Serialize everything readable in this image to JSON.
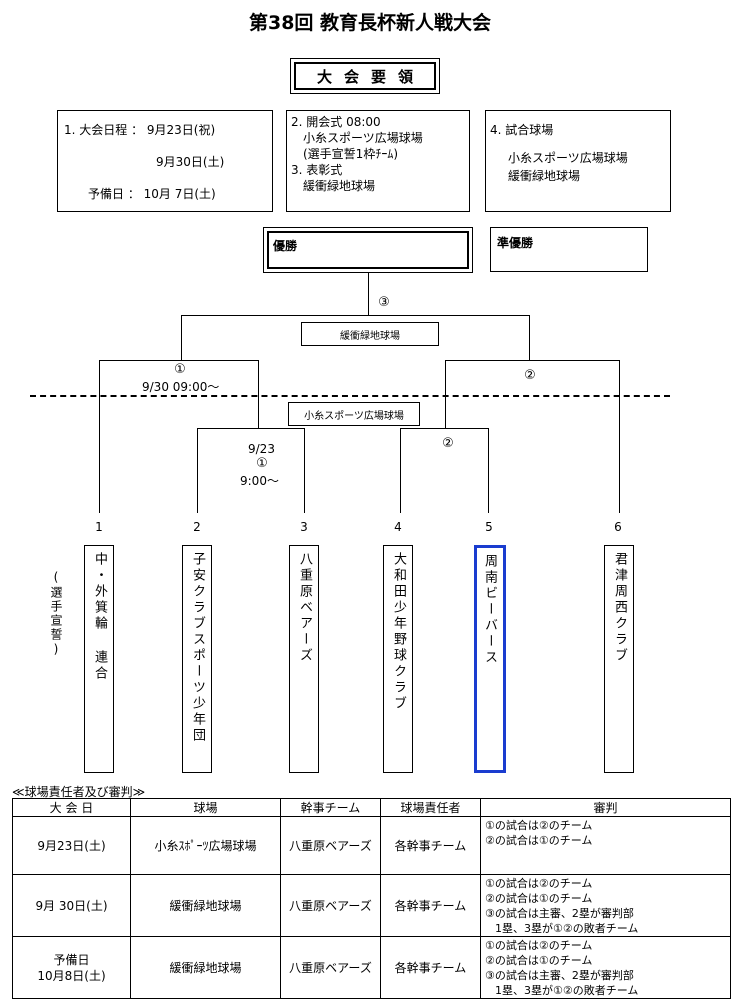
{
  "title": "第38回 教育長杯新人戦大会",
  "yoryo": "大会要領",
  "box1": {
    "line1": "1. 大会日程 ： 9月23日(祝)",
    "line2": "9月30日(土)",
    "line3": "予備日 ： 10月 7日(土)"
  },
  "box2": {
    "line1": "2. 開会式 08:00",
    "line2": "小糸スポーツ広場球場",
    "line3": "(選手宣誓1枠ﾁｰﾑ)",
    "line4": "3. 表彰式",
    "line5": "緩衝緑地球場"
  },
  "box3": {
    "line1": "4. 試合球場",
    "line2": "小糸スポーツ広場球場",
    "line3": "緩衝緑地球場"
  },
  "champion": "優勝",
  "runnerup": "準優勝",
  "bracket": {
    "final_num": "③",
    "final_venue": "緩衝緑地球場",
    "semi1_num": "①",
    "semi1_time": "9/30 09:00～",
    "semi2_num": "②",
    "r1_venue": "小糸スポーツ広場球場",
    "g1_date": "9/23",
    "g1_num": "①",
    "g1_time": "9:00～",
    "g2_num": "②"
  },
  "teams": [
    {
      "num": "1",
      "name": "中・外箕輪 連合"
    },
    {
      "num": "2",
      "name": "子安クラブスポーツ少年団"
    },
    {
      "num": "3",
      "name": "八重原ベアーズ"
    },
    {
      "num": "4",
      "name": "大和田少年野球クラブ"
    },
    {
      "num": "5",
      "name": "周南ビーバース"
    },
    {
      "num": "6",
      "name": "君津周西クラブ"
    }
  ],
  "sengen": "(選手宣誓)",
  "table": {
    "caption": "≪球場責任者及び審判≫",
    "headers": [
      "大 会 日",
      "球場",
      "幹事チーム",
      "球場責任者",
      "審判"
    ],
    "rows": [
      {
        "date": "9月23日(土)",
        "date2": "",
        "venue": "小糸ｽﾎﾟｰﾂ広場球場",
        "team": "八重原ベアーズ",
        "resp": "各幹事チーム",
        "ref": [
          "①の試合は②のチーム",
          "②の試合は①のチーム"
        ]
      },
      {
        "date": "9月 30日(土)",
        "date2": "",
        "venue": "緩衝緑地球場",
        "team": "八重原ベアーズ",
        "resp": "各幹事チーム",
        "ref": [
          "①の試合は②のチーム",
          "②の試合は①のチーム",
          "③の試合は主審、2塁が審判部",
          "1塁、3塁が①②の敗者チーム"
        ]
      },
      {
        "date": "予備日",
        "date2": "10月8日(土)",
        "venue": "緩衝緑地球場",
        "team": "八重原ベアーズ",
        "resp": "各幹事チーム",
        "ref": [
          "①の試合は②のチーム",
          "②の試合は①のチーム",
          "③の試合は主審、2塁が審判部",
          "1塁、3塁が①②の敗者チーム"
        ]
      }
    ]
  }
}
